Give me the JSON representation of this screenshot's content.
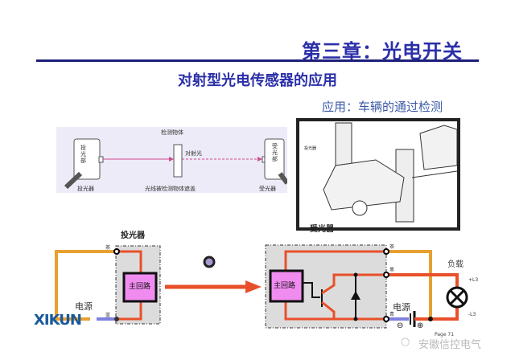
{
  "header": {
    "chapter_title": "第三章：光电开关",
    "subtitle": "对射型光电传感器的应用"
  },
  "figure_thrubeam": {
    "object_label": "检测物体",
    "emitter_unit_label": "投光部",
    "receiver_unit_label": "受光部",
    "beam_label": "对射光",
    "emitter_label": "投光器",
    "receiver_label": "受光器",
    "caption": "光线被检测物体遮盖"
  },
  "figure_vehicle": {
    "caption": "应用：车辆的通过检测",
    "sensor_tag": "投光器",
    "receiver_label": "受光器"
  },
  "circuit": {
    "emitter_title": "投光器",
    "receiver_title": "受光器",
    "main_circuit_label": "主回路",
    "power_label": "电源",
    "load_label": "负载",
    "wire_brown": "茶",
    "wire_blue": "蓝",
    "wire_black": "黑",
    "wire_blue_right": "青",
    "load_plus": "+L3",
    "load_minus": "-L3",
    "minus_symbol": "⊖",
    "plus_symbol": "⊕",
    "colors": {
      "brown_wire": "#e8a030",
      "signal_red": "#e8502a",
      "blue_wire": "#8080e0",
      "main_box": "#f08cf0",
      "housing": "#dcdcdc"
    }
  },
  "watermark": {
    "logo_text": "XIKUN",
    "page_text": "Page 71",
    "account": "安徽信控电气"
  }
}
